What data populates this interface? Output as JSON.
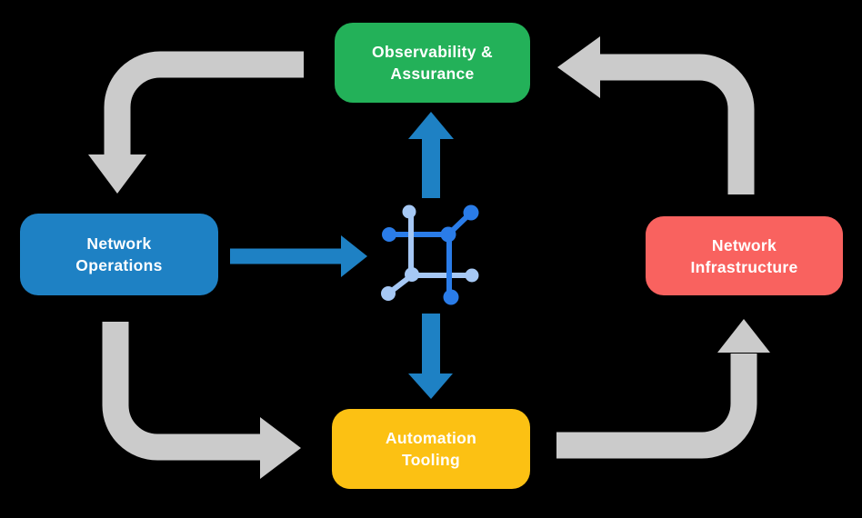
{
  "diagram": {
    "nodes": {
      "observability": {
        "line1": "Observability &",
        "line2": "Assurance",
        "color": "#23B159"
      },
      "operations": {
        "line1": "Network",
        "line2": "Operations",
        "color": "#1E81C4"
      },
      "infrastructure": {
        "line1": "Network",
        "line2": "Infrastructure",
        "color": "#F9625F"
      },
      "automation": {
        "line1": "Automation",
        "line2": "Tooling",
        "color": "#FCC113"
      }
    },
    "colors": {
      "background": "#000000",
      "cycle_arrow": "#CBCBCB",
      "flow_arrow": "#1E81C4",
      "icon_primary": "#2A7CE8",
      "icon_secondary": "#A6C8F4",
      "text": "#FFFFFF"
    },
    "center_icon": "network-fabric-icon"
  }
}
